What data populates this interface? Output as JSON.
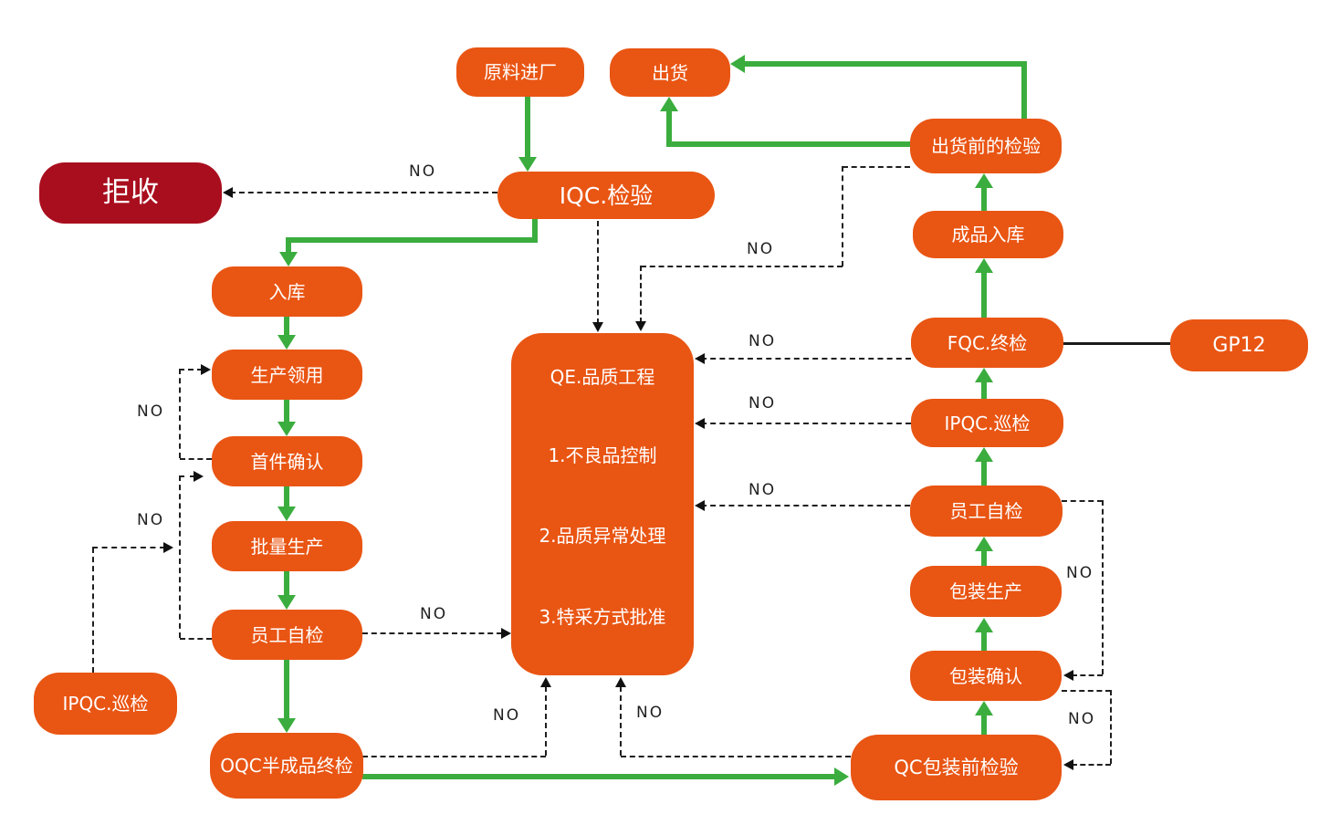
{
  "no_label": "NO",
  "colors": {
    "node_orange": "#E95513",
    "reject_red": "#A90E1E",
    "flow_green": "#3BAD3E",
    "dashed_black": "#1f1f1f"
  },
  "nodes": {
    "raw_material": {
      "label": "原料进厂"
    },
    "shipment": {
      "label": "出货"
    },
    "iqc_inspection": {
      "label": "IQC.检验"
    },
    "reject": {
      "label": "拒收"
    },
    "warehouse_in": {
      "label": "入库"
    },
    "production_requisition": {
      "label": "生产领用"
    },
    "first_article_confirmation": {
      "label": "首件确认"
    },
    "batch_production": {
      "label": "批量生产"
    },
    "employee_self_inspection_left": {
      "label": "员工自检"
    },
    "ipqc_patrol_left": {
      "label": "IPQC.巡检"
    },
    "oqc_semi_finished_final_inspection": {
      "label": "OQC半成品终检"
    },
    "qe": {
      "title": "QE.品质工程",
      "item1": "1.不良品控制",
      "item2": "2.品质异常处理",
      "item3": "3.特采方式批准"
    },
    "pre_shipment_inspection": {
      "label": "出货前的检验"
    },
    "finished_goods_warehouse": {
      "label": "成品入库"
    },
    "fqc_final_inspection": {
      "label": "FQC.终检"
    },
    "gp12": {
      "label": "GP12"
    },
    "ipqc_patrol_right": {
      "label": "IPQC.巡检"
    },
    "employee_self_inspection_right": {
      "label": "员工自检"
    },
    "packaging_production": {
      "label": "包装生产"
    },
    "packaging_confirmation": {
      "label": "包装确认"
    },
    "qc_pre_packaging_inspection": {
      "label": "QC包装前检验"
    }
  }
}
